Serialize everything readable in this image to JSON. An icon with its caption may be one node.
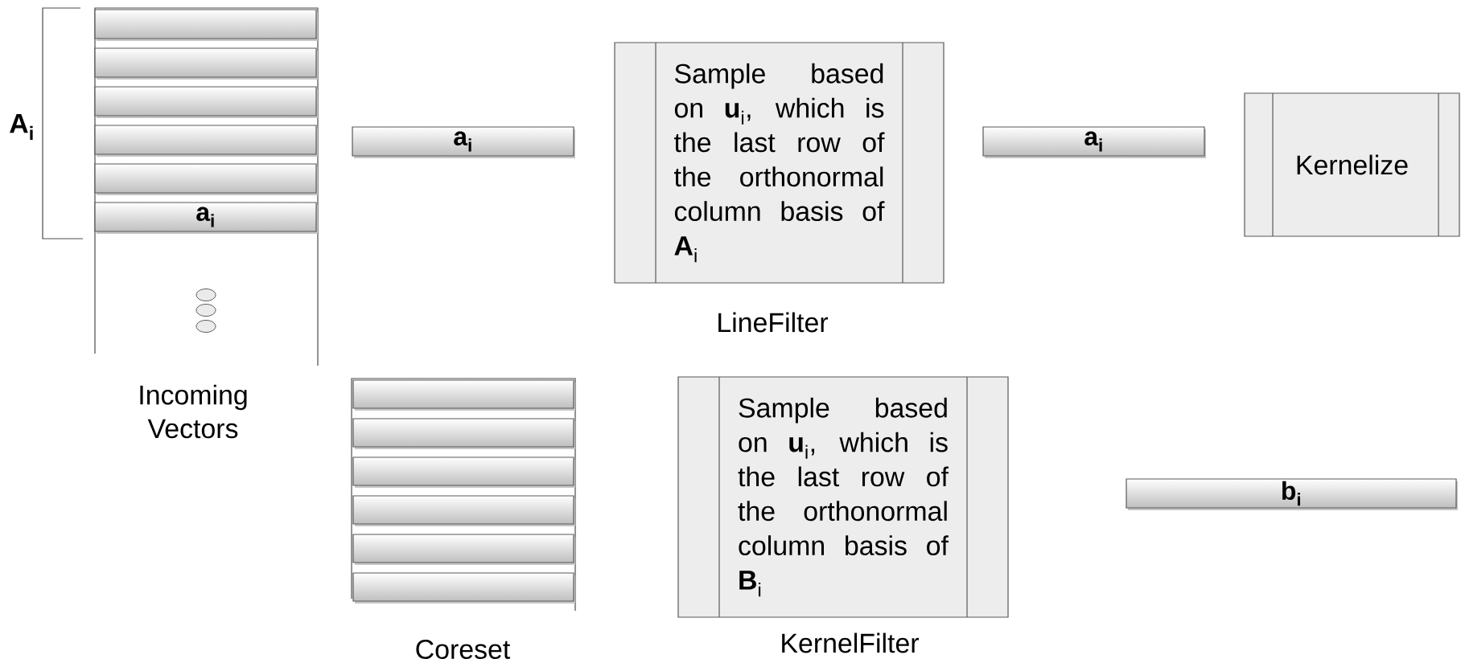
{
  "diagram": {
    "nodes": [
      {
        "text": [],
        "shape": "box",
        "beside": [
          "Incoming Vectors"
        ]
      },
      {
        "text": [],
        "shape": "bar",
        "in": 0
      },
      {
        "text": [],
        "shape": "bar",
        "in": 0
      },
      {
        "text": [],
        "shape": "bar",
        "in": 0
      },
      {
        "text": [],
        "shape": "bar",
        "in": 0
      },
      {
        "text": [],
        "shape": "bar",
        "in": 0
      },
      {
        "text": [
          "a$_{i}$"
        ],
        "in": 0
      },
      {
        "text": [
          "a$_{i}$"
        ]
      },
      {
        "text": [
          "Sample based on **u**$_{i}$, which is the last row of the orthonormal column basis of **A**$_{i}$"
        ],
        "beside": [
          "LineFilter"
        ]
      },
      {
        "text": [
          "a$_{i}$"
        ]
      },
      {
        "text": [
          "Kernelize"
        ]
      },
      {
        "text": [],
        "shape": "box",
        "beside": [
          "Coreset"
        ]
      },
      {
        "text": [],
        "shape": "bar",
        "in": 11
      },
      {
        "text": [],
        "shape": "bar",
        "in": 11
      },
      {
        "text": [],
        "shape": "bar",
        "in": 11
      },
      {
        "text": [],
        "shape": "bar",
        "in": 11
      },
      {
        "text": [],
        "shape": "bar",
        "in": 11
      },
      {
        "text": [],
        "shape": "bar",
        "in": 11
      },
      {
        "text": [
          "Sample based on **u**$_{i}$, which is the last row of the orthonormal column basis of **B**$_{i}$"
        ],
        "beside": [
          "KernelFilter"
        ]
      },
      {
        "text": [
          "b$_{i}$"
        ]
      }
    ],
    "labels": [
      "A$_{i}$"
    ]
  }
}
